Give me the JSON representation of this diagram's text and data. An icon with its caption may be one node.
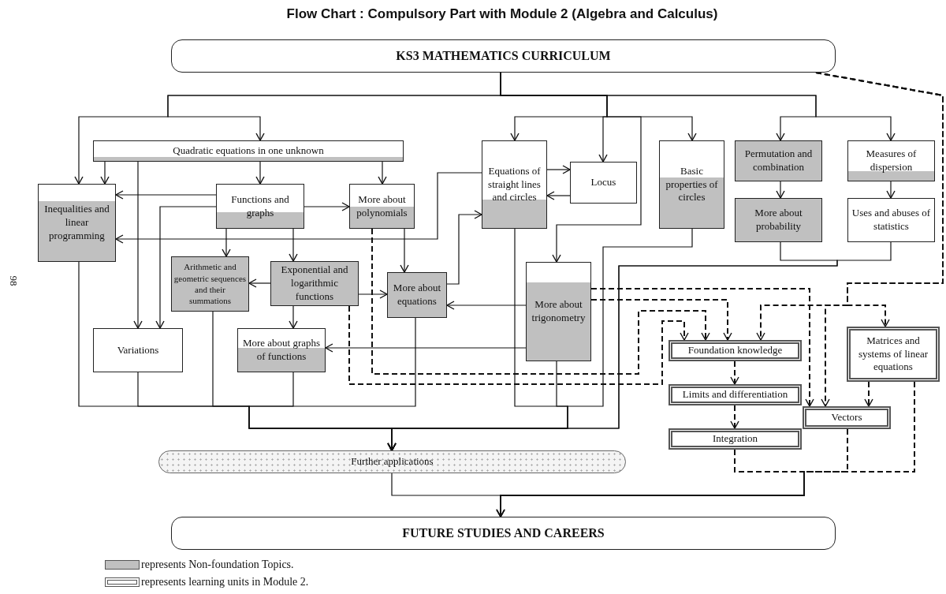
{
  "diagram": {
    "title": "Flow Chart : Compulsory Part with Module 2 (Algebra and Calculus)",
    "nodes": [
      {
        "text": [
          "KS3 MATHEMATICS CURRICULUM"
        ]
      },
      {
        "text": [
          "Quadratic equations in one unknown"
        ]
      },
      {
        "text": [
          "Inequalities and linear programming"
        ]
      },
      {
        "text": [
          "Functions and graphs"
        ]
      },
      {
        "text": [
          "More about polynomials"
        ]
      },
      {
        "text": [
          "Equations of straight lines and circles"
        ]
      },
      {
        "text": [
          "Locus"
        ]
      },
      {
        "text": [
          "Basic properties of circles"
        ]
      },
      {
        "text": [
          "Permutation and combination"
        ]
      },
      {
        "text": [
          "Measures of dispersion"
        ]
      },
      {
        "text": [
          "More about probability"
        ]
      },
      {
        "text": [
          "Uses and abuses of statistics"
        ]
      },
      {
        "text": [
          "Arithmetic and geometric sequences and their summations"
        ]
      },
      {
        "text": [
          "Exponential and logarithmic functions"
        ]
      },
      {
        "text": [
          "More about equations"
        ]
      },
      {
        "text": [
          "More about trigonometry"
        ]
      },
      {
        "text": [
          "Variations"
        ]
      },
      {
        "text": [
          "More about graphs of functions"
        ]
      },
      {
        "text": [
          "Foundation knowledge"
        ]
      },
      {
        "text": [
          "Limits and differentiation"
        ]
      },
      {
        "text": [
          "Integration"
        ]
      },
      {
        "text": [
          "Matrices and systems of linear equations"
        ]
      },
      {
        "text": [
          "Vectors"
        ]
      },
      {
        "text": [
          "Further applications"
        ]
      },
      {
        "text": [
          "FUTURE STUDIES AND CAREERS"
        ]
      }
    ],
    "edges": [
      {
        "from": 0,
        "to": 1,
        "arrow": "to"
      },
      {
        "from": 0,
        "to": 2,
        "arrow": "to"
      },
      {
        "from": 0,
        "to": 5,
        "arrow": "to"
      },
      {
        "from": 0,
        "to": 6,
        "arrow": "to"
      },
      {
        "from": 0,
        "to": 7,
        "arrow": "to"
      },
      {
        "from": 0,
        "to": 15,
        "arrow": "to"
      },
      {
        "from": 0,
        "to": 8,
        "arrow": "to"
      },
      {
        "from": 0,
        "to": 9,
        "arrow": "to"
      },
      {
        "from": 0,
        "to": 18,
        "arrow": "to",
        "style": "dashed"
      },
      {
        "from": 0,
        "to": 21,
        "arrow": "to",
        "style": "dashed"
      },
      {
        "from": 0,
        "to": 22,
        "arrow": "to",
        "style": "dashed"
      },
      {
        "from": 1,
        "to": 2,
        "arrow": "to"
      },
      {
        "from": 1,
        "to": 3,
        "arrow": "to"
      },
      {
        "from": 1,
        "to": 4,
        "arrow": "to"
      },
      {
        "from": 1,
        "to": 16,
        "arrow": "to"
      },
      {
        "from": 3,
        "to": 2,
        "arrow": "to"
      },
      {
        "from": 3,
        "to": 4,
        "arrow": "to"
      },
      {
        "from": 3,
        "to": 16,
        "arrow": "to"
      },
      {
        "from": 3,
        "to": 12,
        "arrow": "to"
      },
      {
        "from": 3,
        "to": 13,
        "arrow": "to"
      },
      {
        "from": 5,
        "to": 2,
        "arrow": "to"
      },
      {
        "from": 5,
        "to": 6,
        "arrow": "to"
      },
      {
        "from": 6,
        "to": 5,
        "arrow": "to"
      },
      {
        "from": 4,
        "to": 14,
        "arrow": "to"
      },
      {
        "from": 13,
        "to": 12,
        "arrow": "to"
      },
      {
        "from": 13,
        "to": 14,
        "arrow": "to"
      },
      {
        "from": 13,
        "to": 17,
        "arrow": "to"
      },
      {
        "from": 14,
        "to": 5,
        "arrow": "to"
      },
      {
        "from": 15,
        "to": 14,
        "arrow": "to"
      },
      {
        "from": 15,
        "to": 17,
        "arrow": "to"
      },
      {
        "from": 8,
        "to": 10,
        "arrow": "to"
      },
      {
        "from": 9,
        "to": 11,
        "arrow": "to"
      },
      {
        "from": 4,
        "to": 18,
        "arrow": "to",
        "style": "dashed"
      },
      {
        "from": 13,
        "to": 18,
        "arrow": "to",
        "style": "dashed"
      },
      {
        "from": 15,
        "to": 18,
        "arrow": "to",
        "style": "dashed"
      },
      {
        "from": 15,
        "to": 22,
        "arrow": "to",
        "style": "dashed"
      },
      {
        "from": 18,
        "to": 19,
        "arrow": "to",
        "style": "dashed"
      },
      {
        "from": 19,
        "to": 20,
        "arrow": "to",
        "style": "dashed"
      },
      {
        "from": 21,
        "to": 22,
        "arrow": "to",
        "style": "dashed"
      },
      {
        "from": 20,
        "to": 24,
        "arrow": "to",
        "style": "dashed"
      },
      {
        "from": 22,
        "to": 24,
        "arrow": "to",
        "style": "dashed"
      },
      {
        "from": 21,
        "to": 24,
        "arrow": "to",
        "style": "dashed"
      },
      {
        "from": 23,
        "to": 24,
        "arrow": "to"
      },
      {
        "from": 2,
        "to": 23,
        "arrow": "to"
      },
      {
        "from": 16,
        "to": 23,
        "arrow": "to"
      },
      {
        "from": 12,
        "to": 23,
        "arrow": "to"
      },
      {
        "from": 17,
        "to": 23,
        "arrow": "to"
      },
      {
        "from": 14,
        "to": 23,
        "arrow": "to"
      },
      {
        "from": 5,
        "to": 23,
        "arrow": "to"
      },
      {
        "from": 15,
        "to": 23,
        "arrow": "to"
      },
      {
        "from": 7,
        "to": 23,
        "arrow": "to"
      },
      {
        "from": 10,
        "to": 23,
        "arrow": "to"
      },
      {
        "from": 11,
        "to": 23,
        "arrow": "to"
      }
    ],
    "labels": [
      "98"
    ],
    "legend": [
      {
        "text": "represents Non-foundation Topics.",
        "color": "#c0c0c0"
      },
      {
        "text": "represents learning units in Module 2."
      }
    ]
  }
}
